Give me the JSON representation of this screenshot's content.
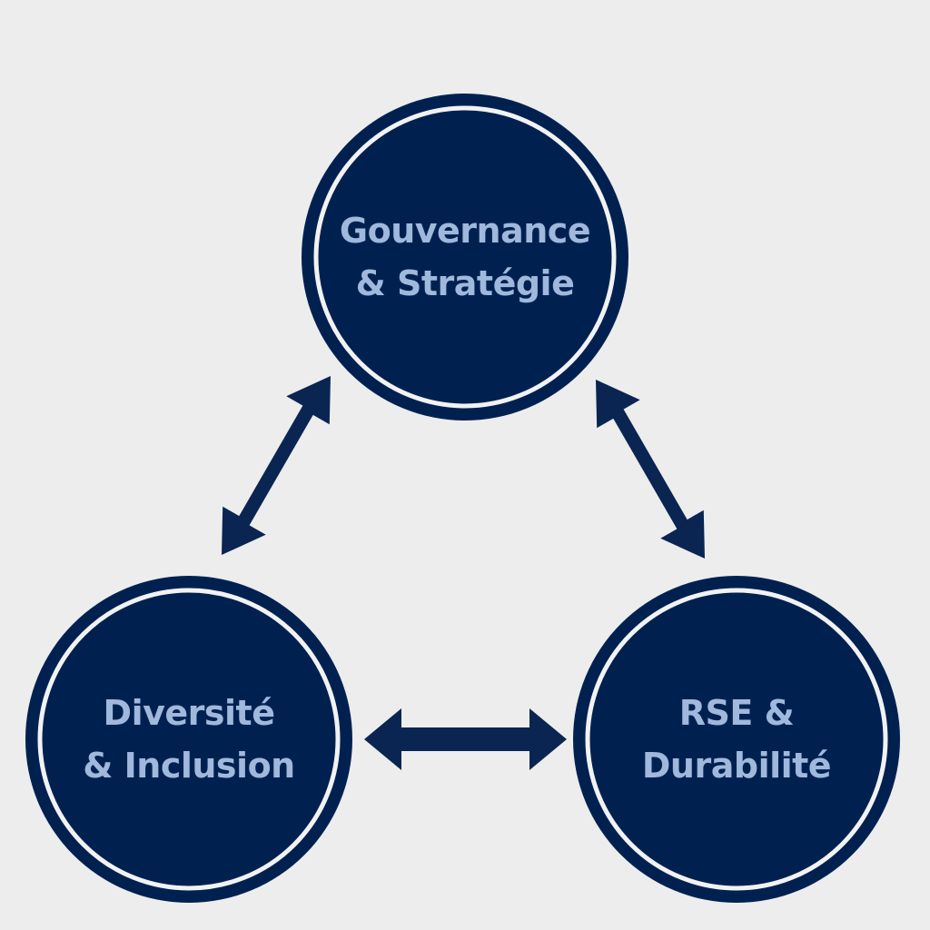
{
  "colors": {
    "background": "#ededed",
    "node_fill": "#002150",
    "node_ring": "#f2f2f2",
    "arrow": "#0a2552",
    "label": "#9fb8dc"
  },
  "nodes": [
    {
      "id": "top",
      "lines": [
        "Gouvernance",
        "& Stratégie"
      ]
    },
    {
      "id": "left",
      "lines": [
        "Diversité",
        "& Inclusion"
      ]
    },
    {
      "id": "right",
      "lines": [
        "RSE &",
        "Durabilité"
      ]
    }
  ],
  "connections": [
    {
      "from": "top",
      "to": "left",
      "type": "bidirectional"
    },
    {
      "from": "top",
      "to": "right",
      "type": "bidirectional"
    },
    {
      "from": "left",
      "to": "right",
      "type": "bidirectional"
    }
  ]
}
